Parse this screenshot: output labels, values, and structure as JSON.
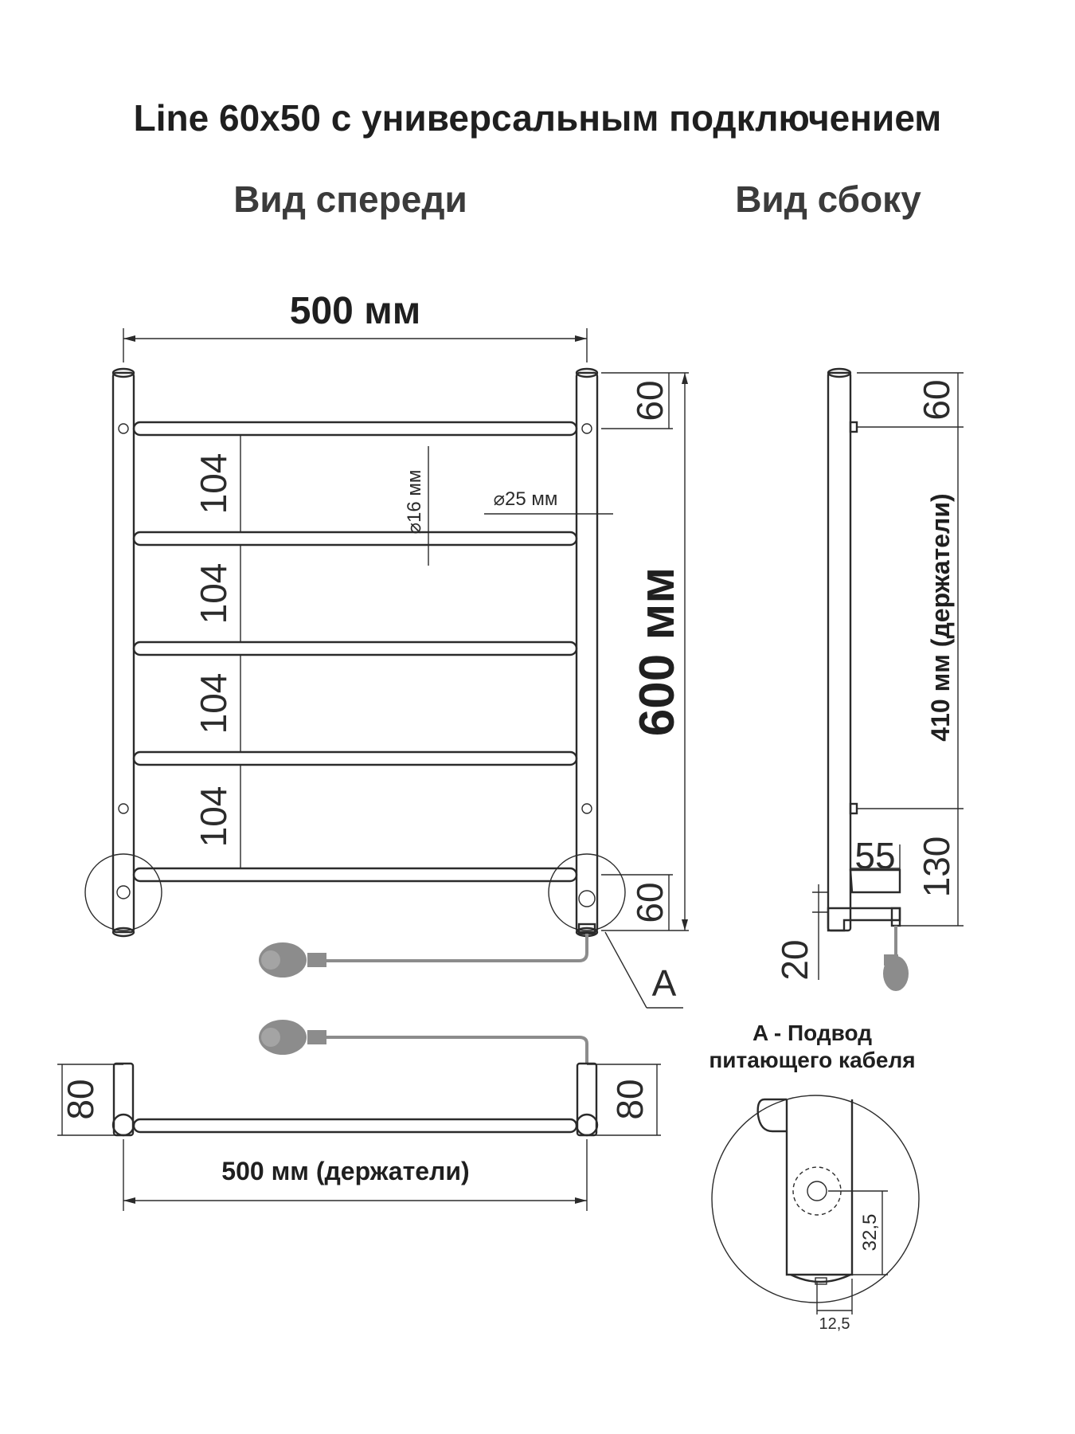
{
  "title": "Line 60x50 с универсальным подключением",
  "views": {
    "front": "Вид спереди",
    "side": "Вид сбоку"
  },
  "dimensions": {
    "width_top": "500 мм",
    "height_total": "600 мм",
    "top_offset": "60",
    "spacings": [
      "104",
      "104",
      "104",
      "104"
    ],
    "bottom_offset": "60",
    "bar_diameter": "⌀16 мм",
    "post_diameter": "⌀25 мм",
    "callout": "A",
    "bottom_holders_width": "500 мм (держатели)",
    "depth_left": "80",
    "depth_right": "80",
    "side_top": "60",
    "side_holders": "410 мм (держатели)",
    "side_bottom": "130",
    "side_depth": "55",
    "side_base": "20",
    "detail_vertical": "32,5",
    "detail_horizontal": "12,5"
  },
  "detail_caption": {
    "line1": "A - Подвод",
    "line2": "питающего кабеля"
  }
}
